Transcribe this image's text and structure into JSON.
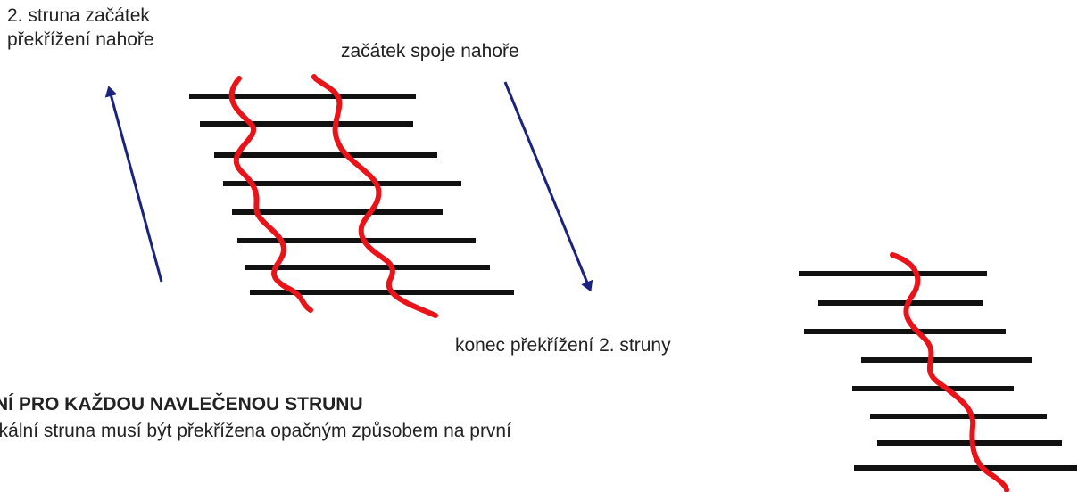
{
  "labels": {
    "start_crossing_line1": "2. struna začátek",
    "start_crossing_line2": "překřížení nahoře",
    "start_joint": "začátek spoje nahoře",
    "end_crossing": "konec překřížení 2. struny"
  },
  "instruction": {
    "heading": "NÍ PRO KAŽDOU NAVLEČENOU STRUNU",
    "text": "ikální struna musí být překřížena opačným způsobem na první"
  },
  "colors": {
    "string_horizontal": "#111111",
    "string_vertical": "#e8141a",
    "arrow": "#1a237e"
  }
}
